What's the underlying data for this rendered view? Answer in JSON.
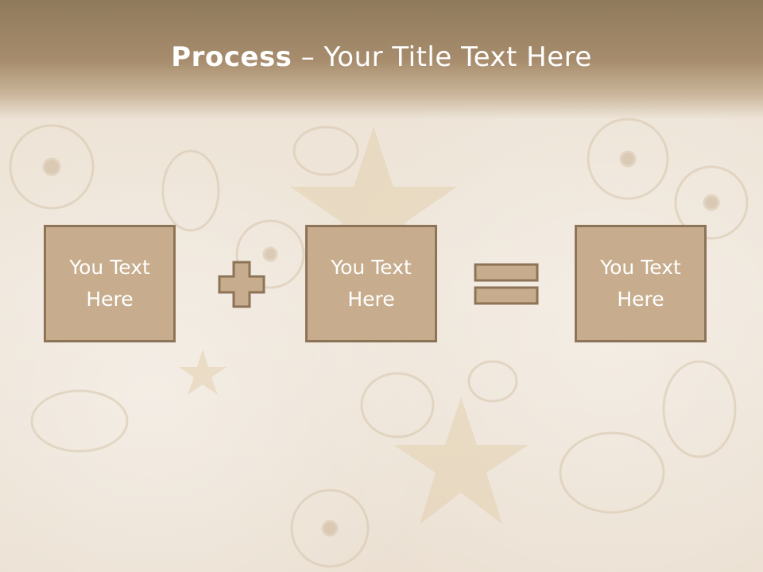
{
  "slide": {
    "title_bold": "Process",
    "title_rest": " – Your Title Text Here",
    "boxes": [
      {
        "text": "You Text\nHere"
      },
      {
        "text": "You Text\nHere"
      },
      {
        "text": "You Text\nHere"
      }
    ],
    "operators": [
      "plus-icon",
      "equals-icon"
    ],
    "colors": {
      "box_fill": "#c7ad8d",
      "box_border": "#8d7458",
      "title_band": "#a68c6c",
      "text": "#ffffff"
    }
  }
}
